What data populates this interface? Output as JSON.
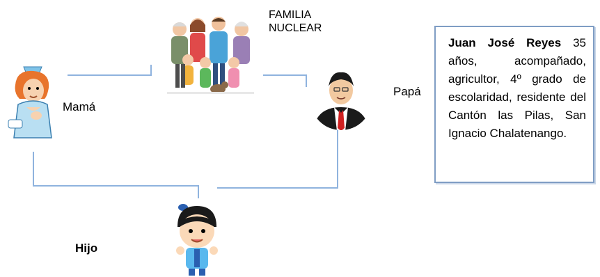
{
  "title": "FAMILIA\nNUCLEAR",
  "members": {
    "mama": "Mamá",
    "papa": "Papá",
    "hijo": "Hijo"
  },
  "info": {
    "name": "Juan José Reyes",
    "details": "35 años, acompañado, agricultor, 4º grado de escolaridad, residente del Cantón las Pilas, San Ignacio Chalatenango."
  },
  "colors": {
    "connector": "#8fb3de",
    "box_border": "#7f9dc4"
  },
  "icons": [
    "family-group-icon",
    "nurse-mother-icon",
    "father-icon",
    "boy-son-icon"
  ]
}
